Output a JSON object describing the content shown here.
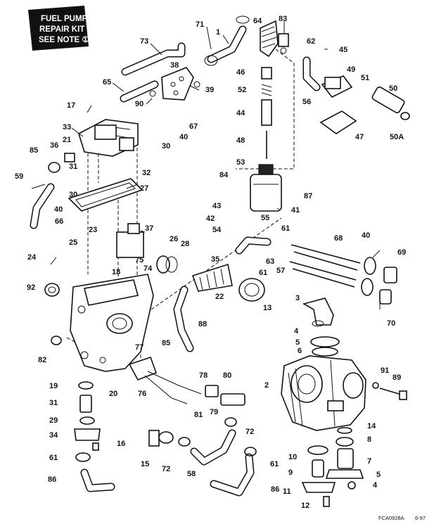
{
  "note": {
    "line1": "FUEL PUMP",
    "line2": "REPAIR KIT",
    "line3": "SEE NOTE ①"
  },
  "footer": {
    "code": "FCA0928A",
    "date": "6-97"
  },
  "callouts": {
    "c71": "71",
    "c1": "1",
    "c64": "64",
    "c83": "83",
    "c73": "73",
    "c62": "62",
    "c45": "45",
    "c38": "38",
    "c46": "46",
    "c49": "49",
    "c65": "65",
    "c39": "39",
    "c52": "52",
    "c51": "51",
    "c50": "50",
    "c90": "90",
    "c56": "56",
    "c17": "17",
    "c44": "44",
    "c67": "67",
    "c33": "33",
    "c40a": "40",
    "c47": "47",
    "c50A": "50A",
    "c21": "21",
    "c30a": "30",
    "c48": "48",
    "c85a": "85",
    "c36": "36",
    "c32": "32",
    "c53": "53",
    "c59": "59",
    "c31a": "31",
    "c84": "84",
    "c87": "87",
    "c27": "27",
    "c30b": "30",
    "c40b": "40",
    "c43": "43",
    "c41": "41",
    "c66": "66",
    "c42": "42",
    "c55": "55",
    "c23": "23",
    "c37": "37",
    "c54": "54",
    "c61a": "61",
    "c68": "68",
    "c25": "25",
    "c26": "26",
    "c28": "28",
    "c40c": "40",
    "c24": "24",
    "c35": "35",
    "c63": "63",
    "c69": "69",
    "c75": "75",
    "c61b": "61",
    "c18": "18",
    "c74": "74",
    "c57": "57",
    "c92": "92",
    "c13": "13",
    "c22": "22",
    "c3": "3",
    "c70": "70",
    "c88": "88",
    "c4a": "4",
    "c5a": "5",
    "c85b": "85",
    "c6": "6",
    "c82": "82",
    "c77": "77",
    "c91": "91",
    "c78": "78",
    "c80": "80",
    "c89": "89",
    "c20": "20",
    "c2": "2",
    "c19": "19",
    "c76": "76",
    "c31b": "31",
    "c79": "79",
    "c81": "81",
    "c29": "29",
    "c14": "14",
    "c34": "34",
    "c72a": "72",
    "c8": "8",
    "c16": "16",
    "c10": "10",
    "c7": "7",
    "c61c": "61",
    "c15": "15",
    "c72b": "72",
    "c58": "58",
    "c61d": "61",
    "c9": "9",
    "c5b": "5",
    "c86a": "86",
    "c4b": "4",
    "c86b": "86",
    "c11": "11",
    "c12": "12"
  }
}
